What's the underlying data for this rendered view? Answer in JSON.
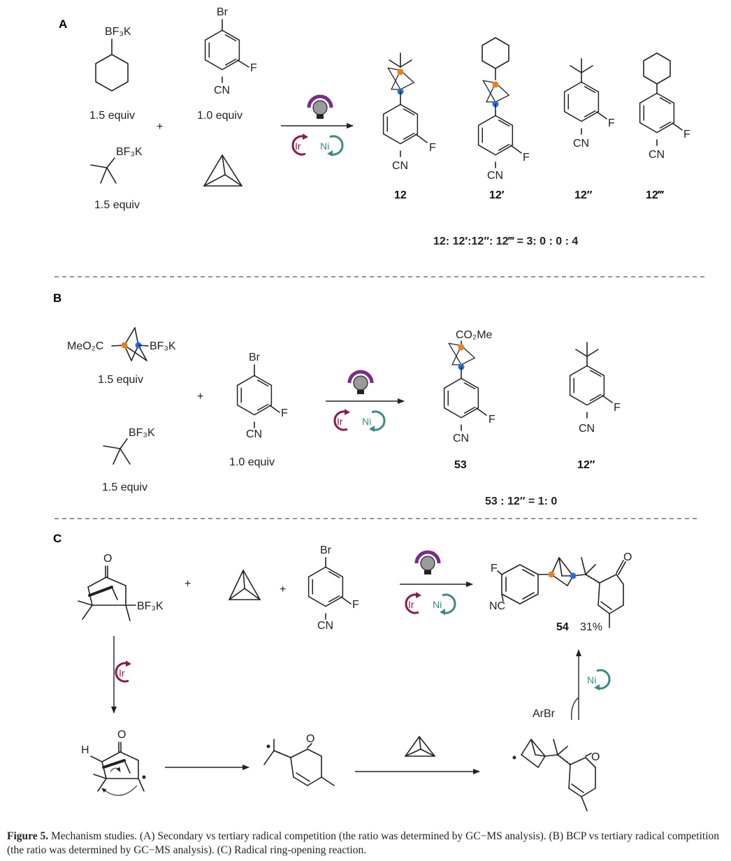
{
  "sections": {
    "a": "A",
    "b": "B",
    "c": "C"
  },
  "atoms": {
    "br": "Br",
    "f": "F",
    "cn": "CN",
    "nc": "NC",
    "o": "O",
    "h": "H",
    "bf3k": "BF₃K",
    "meo2c": "MeO₂C",
    "co2me": "CO₂Me",
    "arbr": "ArBr",
    "plus": "+"
  },
  "catalysts": {
    "ir": "Ir",
    "ni": "Ni"
  },
  "a": {
    "equiv_cy": "1.5 equiv",
    "equiv_ar": "1.0 equiv",
    "equiv_tbu": "1.5 equiv",
    "labels": [
      "12",
      "12′",
      "12″",
      "12‴"
    ],
    "ratio": "12: 12′:12″: 12‴ = 3: 0 : 0 : 4"
  },
  "b": {
    "equiv_bcp": "1.5 equiv",
    "equiv_tbu": "1.5 equiv",
    "equiv_ar": "1.0 equiv",
    "labels": [
      "53",
      "12″"
    ],
    "ratio": "53 : 12″ = 1: 0"
  },
  "c": {
    "product": "54",
    "yield": "31%"
  },
  "caption": {
    "label": "Figure 5.",
    "text": " Mechanism studies. (A) Secondary vs tertiary radical competition (the ratio was determined by GC−MS analysis). (B) BCP vs tertiary radical competition (the ratio was determined by GC−MS analysis). (C) Radical ring-opening reaction."
  },
  "colors": {
    "ir": "#8a1a4b",
    "ni": "#3d8a84",
    "lamp": "#7a2a8a",
    "orange": "#e8821e",
    "blue": "#2b6fd6"
  }
}
